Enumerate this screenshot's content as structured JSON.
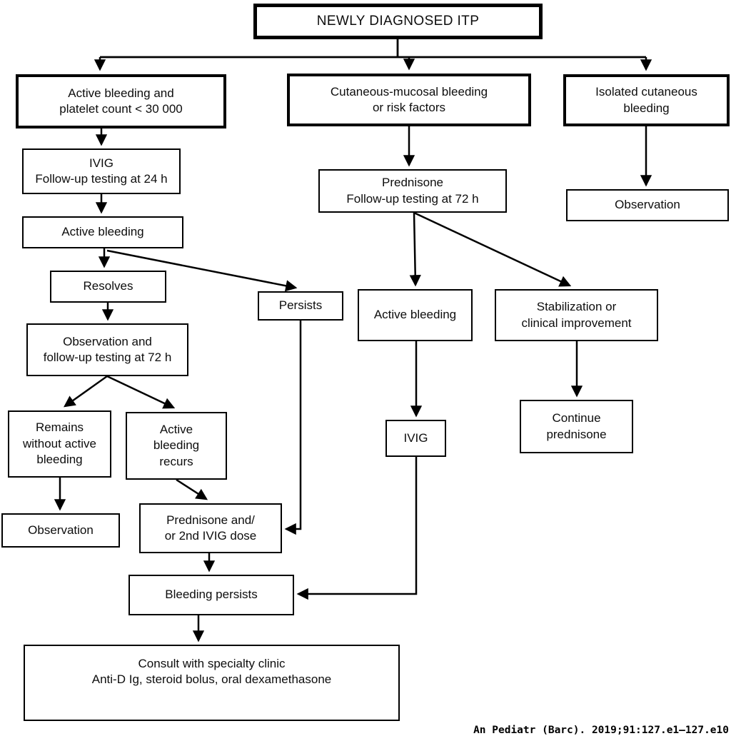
{
  "nodes": {
    "newly_diagnosed": "NEWLY DIAGNOSED ITP",
    "left_entry": "Active bleeding and\nplatelet count < 30 000",
    "mid_entry": "Cutaneous-mucosal bleeding\nor risk factors",
    "right_entry": "Isolated cutaneous\nbleeding",
    "ivig_24": "IVIG\nFollow-up testing at 24 h",
    "active_bleeding_left": "Active bleeding",
    "resolves": "Resolves",
    "persists": "Persists",
    "obs_72": "Observation and\nfollow-up testing at 72 h",
    "prednisone_72": "Prednisone\nFollow-up testing at 72 h",
    "active_bleeding_mid": "Active bleeding",
    "stabilization": "Stabilization or\nclinical improvement",
    "observation_right": "Observation",
    "remains": "Remains\nwithout active\nbleeding",
    "recurs": "Active\nbleeding\nrecurs",
    "observation_left": "Observation",
    "prednisone_ivig": "Prednisone and/\nor 2nd IVIG dose",
    "ivig_mid": "IVIG",
    "continue_prednisone": "Continue\nprednisone",
    "bleeding_persists": "Bleeding persists",
    "consult": "Consult with specialty clinic\nAnti-D Ig, steroid bolus, oral dexamethasone"
  },
  "citation": "An Pediatr (Barc). 2019;91:127.e1–127.e10",
  "colors": {
    "line": "#000000",
    "background": "#ffffff",
    "text": "#0d0d0d"
  }
}
